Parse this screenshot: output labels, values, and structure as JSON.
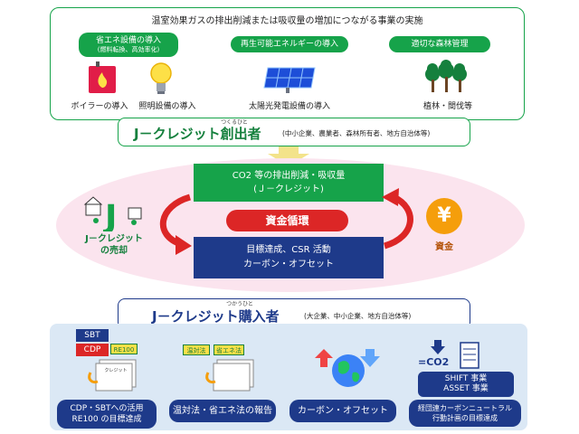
{
  "top_section": {
    "title": "温室効果ガスの排出削減または吸収量の増加につながる事業の実施",
    "categories": [
      {
        "label": "省エネ設備の導入",
        "sub": "(燃料転換、高効率化)"
      },
      {
        "label": "再生可能エネルギーの導入",
        "sub": ""
      },
      {
        "label": "適切な森林管理",
        "sub": ""
      }
    ],
    "items": [
      {
        "label": "ボイラーの導入",
        "icon": "boiler-icon"
      },
      {
        "label": "照明設備の導入",
        "icon": "lightbulb-icon"
      },
      {
        "label": "太陽光発電設備の導入",
        "icon": "solar-panel-icon"
      },
      {
        "label": "植林・間伐等",
        "icon": "trees-icon"
      }
    ]
  },
  "creator": {
    "title": "J－クレジット創出者",
    "ruby": "つくるひと",
    "sub": "(中小企業、農業者、森林所有者、地方自治体等)"
  },
  "center": {
    "top_line1": "CO2 等の排出削減・吸収量",
    "top_line2": "(Ｊ－クレジット)",
    "cycle": "資金循環",
    "bottom_line1": "目標達成、CSR 活動",
    "bottom_line2": "カーボン・オフセット",
    "left_label_1": "J－クレジット",
    "left_label_2": "の売却",
    "right_label": "資金",
    "yen": "¥"
  },
  "buyer": {
    "title": "J－クレジット購入者",
    "ruby": "つかうひと",
    "sub": "(大企業、中小企業、地方自治体等)"
  },
  "bottom_section": {
    "badges": {
      "sbt": "SBT",
      "cdp": "CDP",
      "re100": "RE100",
      "ondaiho": "温対法",
      "shoene": "省エネ法",
      "credit_doc": "クレジット",
      "co2": "=CO2"
    },
    "items": [
      {
        "line1": "CDP・SBTへの活用",
        "line2": "RE100 の目標達成"
      },
      {
        "line1": "温対法・省エネ法の報告",
        "line2": ""
      },
      {
        "line1": "カーボン・オフセット",
        "line2": ""
      },
      {
        "line1": "経団連カーボンニュートラル",
        "line2": "行動計画の目標達成"
      }
    ],
    "shift": {
      "line1": "SHIFT 事業",
      "line2": "ASSET 事業"
    }
  },
  "colors": {
    "green": "#16a34a",
    "navy": "#1e3a8a",
    "red": "#dc2626",
    "orange": "#f59e0b",
    "pink": "#fbe4ee",
    "lightblue": "#dbe8f5"
  }
}
